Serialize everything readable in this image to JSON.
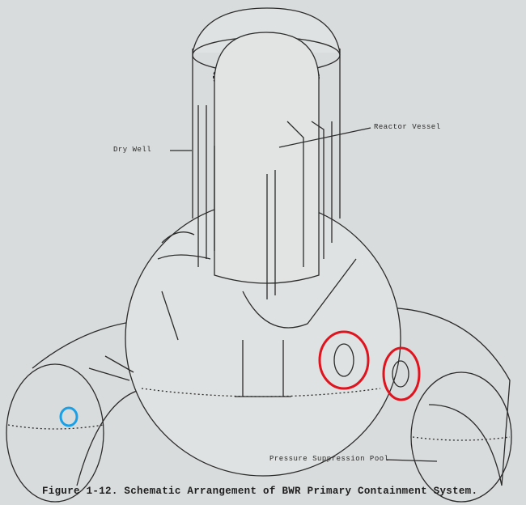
{
  "labels": {
    "dry_well": "Dry Well",
    "reactor_vessel": "Reactor Vessel",
    "pressure_suppression_pool": "Pressure Suppression Pool"
  },
  "caption": "Figure 1-12.  Schematic Arrangement of BWR Primary Containment System.",
  "annotation_colors": {
    "red": "#e0141e",
    "blue": "#1aa0e6"
  }
}
